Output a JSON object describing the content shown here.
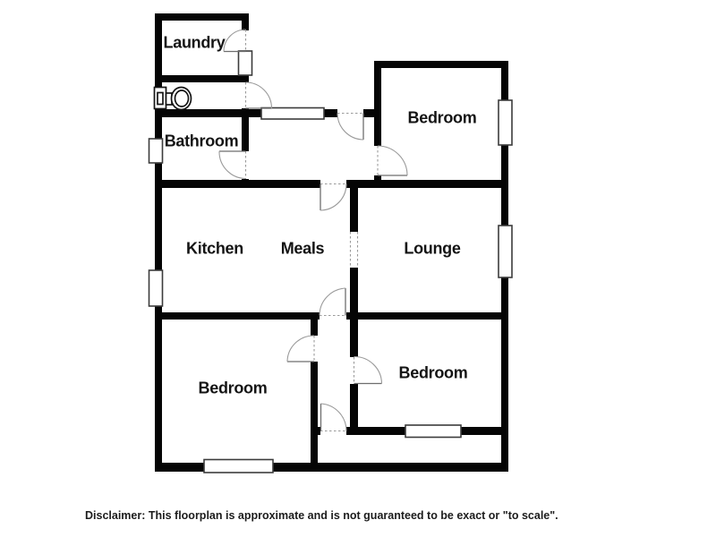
{
  "rooms": {
    "laundry": "Laundry",
    "bathroom": "Bathroom",
    "bedroom_top_right": "Bedroom",
    "kitchen": "Kitchen",
    "meals": "Meals",
    "lounge": "Lounge",
    "bedroom_bottom_left": "Bedroom",
    "bedroom_bottom_right": "Bedroom"
  },
  "disclaimer": "Disclaimer: This floorplan is approximate and is not guaranteed to be exact or \"to scale\".",
  "icons": {
    "toilet": "toilet-icon",
    "window": "window-icon",
    "door": "door-swing-icon"
  },
  "colors": {
    "background": "#ffffff",
    "wall": "#050505",
    "label_text": "#141414",
    "door_arc": "#9a9a9a",
    "window_border": "#3c3c3c"
  }
}
